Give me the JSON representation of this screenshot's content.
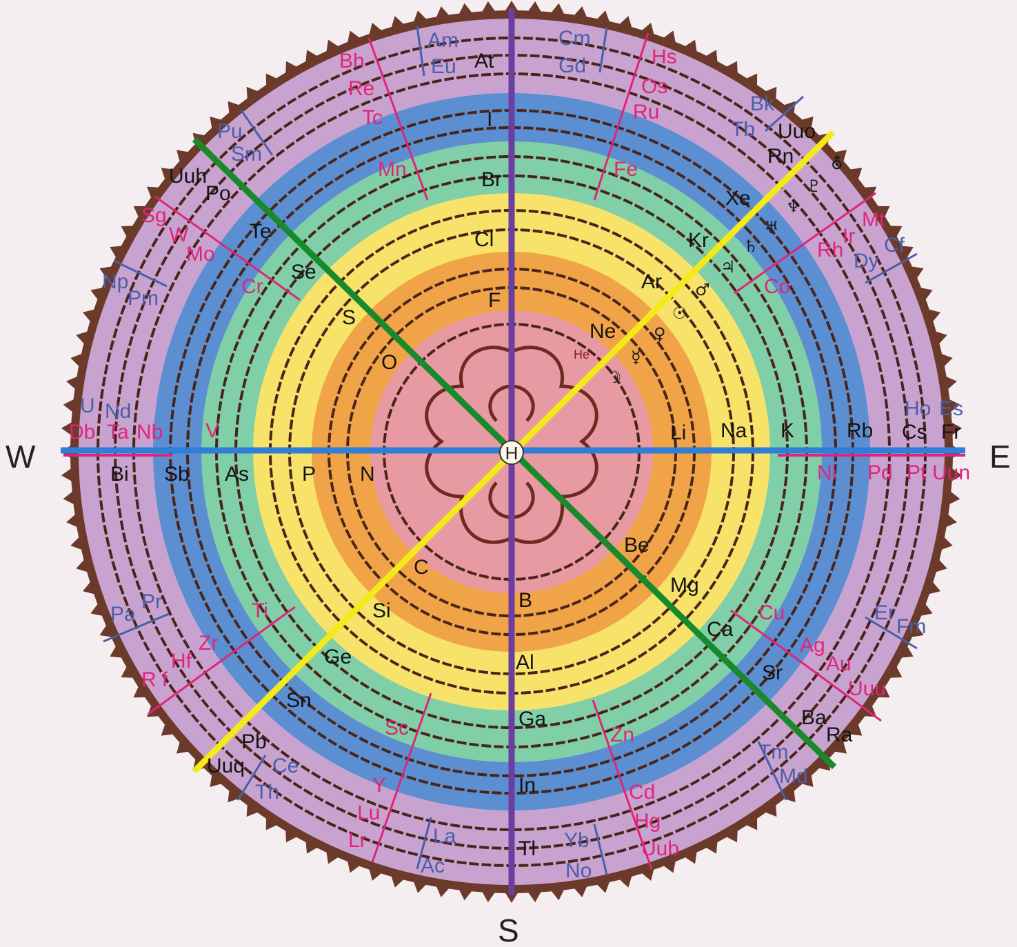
{
  "compass": {
    "west": "W",
    "east": "E",
    "south": "S"
  },
  "center": "H",
  "colors": {
    "background": "#f4eef0",
    "rim": "#6b3a2a",
    "ring_colors": [
      "#c9a3cf",
      "#5b8fd1",
      "#80cfa8",
      "#f7e36a",
      "#f0a347",
      "#e89aa2"
    ],
    "axis_vertical": "#6a3fa0",
    "axis_horizontal": "#2f7fd8",
    "diagonal_green": "#198a2c",
    "diagonal_yellow": "#f4ea1a",
    "label_black": "#141414",
    "label_pink": "#e0247a",
    "label_blue": "#4a5fa8"
  },
  "labels": {
    "At": "At",
    "I": "I",
    "Br": "Br",
    "Cl": "Cl",
    "F": "F",
    "Am": "Am",
    "Eu": "Eu",
    "Bh": "Bh",
    "Re": "Re",
    "Tc": "Tc",
    "Mn": "Mn",
    "Cm": "Cm",
    "Gd": "Gd",
    "Hs": "Hs",
    "Os": "Os",
    "Ru": "Ru",
    "Fe": "Fe",
    "Bk": "Bk",
    "Tb": "Tb",
    "Uuo": "Uuo",
    "Rn": "Rn",
    "Xe": "Xe",
    "Kr": "Kr",
    "Ar": "Ar",
    "Ne": "Ne",
    "He": "He",
    "Mt": "Mt",
    "Ir": "Ir",
    "Rh": "Rh",
    "Co": "Co",
    "Cf": "Cf",
    "Dy": "Dy",
    "Pu": "Pu",
    "Sm": "Sm",
    "Uuh": "Uuh",
    "Po": "Po",
    "Te": "Te",
    "Se": "Se",
    "S": "S",
    "O": "O",
    "Sg": "Sg",
    "W": "W",
    "Mo": "Mo",
    "Cr": "Cr",
    "Np": "Np",
    "Pm": "Pm",
    "U": "U",
    "Nd": "Nd",
    "Db": "Db",
    "Ta": "Ta",
    "Nb": "Nb",
    "V": "V",
    "Bi": "Bi",
    "Sb": "Sb",
    "As": "As",
    "P": "P",
    "N": "N",
    "Li": "Li",
    "Na": "Na",
    "K": "K",
    "Rb": "Rb",
    "Cs": "Cs",
    "Fr": "Fr",
    "Ho": "Ho",
    "Es": "Es",
    "Ni": "Ni",
    "Pd": "Pd",
    "Pt": "Pt",
    "Uun": "Uun",
    "Be": "Be",
    "Mg": "Mg",
    "Ca": "Ca",
    "Sr": "Sr",
    "Ba": "Ba",
    "Ra": "Ra",
    "Cu": "Cu",
    "Ag": "Ag",
    "Au": "Au",
    "Uuu": "Uuu",
    "Er": "Er",
    "Fm": "Fm",
    "Tm": "Tm",
    "Md": "Md",
    "C": "C",
    "Si": "Si",
    "Ge": "Ge",
    "Sn": "Sn",
    "Pb": "Pb",
    "Uuq": "Uuq",
    "Pa": "Pa",
    "Pr": "Pr",
    "Ti": "Ti",
    "Zr": "Zr",
    "Hf": "Hf",
    "Rf": "R f",
    "Ce": "Ce",
    "Th": "Th",
    "Sc": "Sc",
    "Y": "Y",
    "Lu": "Lu",
    "Lr": "Lr",
    "La": "La",
    "Ac": "Ac",
    "B": "B",
    "Al": "Al",
    "Ga": "Ga",
    "In": "In",
    "Tl": "Tl",
    "Zn": "Zn",
    "Cd": "Cd",
    "Hg": "Hg",
    "Uub": "Uub",
    "Yb": "Yb",
    "No": "No"
  },
  "symbols": {
    "pluto": "♇",
    "neptune": "♆",
    "uranus": "♅",
    "saturn": "♄",
    "jupiter": "♃",
    "mars": "♂",
    "sun": "☉",
    "venus": "♀",
    "mercury": "☿",
    "moon": "☽",
    "extra": "⛢"
  }
}
